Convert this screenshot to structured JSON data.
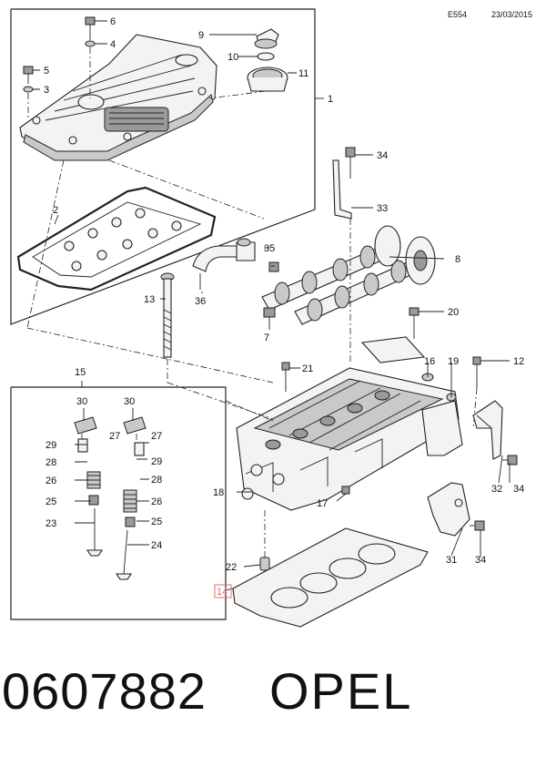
{
  "header": {
    "code": "E554",
    "date": "23/03/2015"
  },
  "footer": {
    "part_number": "0607882",
    "brand": "OPEL"
  },
  "callouts": {
    "c1": "1",
    "c2": "2",
    "c3": "3",
    "c4": "4",
    "c5": "5",
    "c6": "6",
    "c7": "7",
    "c8": "8",
    "c9": "9",
    "c10": "10",
    "c11": "11",
    "c12": "12",
    "c13": "13",
    "c14": "14",
    "c15": "15",
    "c16": "16",
    "c17": "17",
    "c18": "18",
    "c19": "19",
    "c20": "20",
    "c21": "21",
    "c22": "22",
    "c23": "23",
    "c24": "24",
    "c25a": "25",
    "c25b": "25",
    "c26a": "26",
    "c26b": "26",
    "c27a": "27",
    "c27b": "27",
    "c28a": "28",
    "c28b": "28",
    "c29a": "29",
    "c29b": "29",
    "c30a": "30",
    "c30b": "30",
    "c31": "31",
    "c32": "32",
    "c33": "33",
    "c34a": "34",
    "c34b": "34",
    "c34c": "34",
    "c35": "35",
    "c36": "36"
  },
  "highlight_color": "#e07070"
}
